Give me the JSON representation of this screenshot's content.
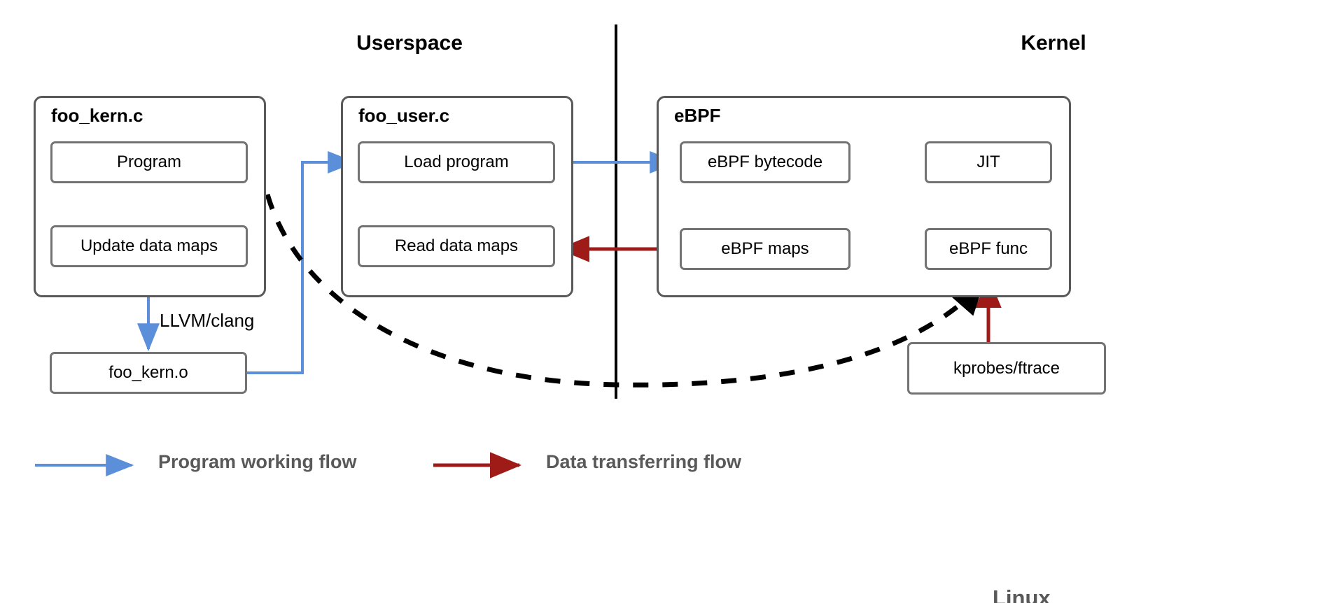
{
  "colors": {
    "program_flow": "#5B8FD9",
    "data_flow": "#9E1B18",
    "box_border": "#737373",
    "group_border": "#595959",
    "divider": "#000000",
    "dashed_flow": "#000000",
    "legend_text": "#595959",
    "background": "#FFFFFF"
  },
  "sections": {
    "userspace_title": "Userspace",
    "kernel_title": "Kernel"
  },
  "groups": [
    {
      "id": "foo_kern_c",
      "label": "foo_kern.c"
    },
    {
      "id": "foo_user_c",
      "label": "foo_user.c"
    },
    {
      "id": "ebpf",
      "label": "eBPF"
    }
  ],
  "nodes": {
    "program": "Program",
    "update_data_maps": "Update data maps",
    "load_program": "Load program",
    "read_data_maps": "Read data maps",
    "ebpf_bytecode": "eBPF bytecode",
    "jit": "JIT",
    "ebpf_maps": "eBPF maps",
    "ebpf_func": "eBPF func",
    "foo_kern_o": "foo_kern.o",
    "kprobes_ftrace": "kprobes/ftrace"
  },
  "edge_labels": {
    "llvm_clang": "LLVM/clang"
  },
  "legend": [
    {
      "id": "program-working-flow",
      "label": "Program working flow",
      "color": "#5B8FD9",
      "icon": "blue-arrow-icon"
    },
    {
      "id": "data-transferring-flow",
      "label": "Data transferring flow",
      "color": "#9E1B18",
      "icon": "red-arrow-icon"
    }
  ],
  "footer": {
    "cut_text": "Linux"
  },
  "edges": [
    {
      "from": "foo_kern_o",
      "to": "load_program",
      "type": "program_flow"
    },
    {
      "from": "update_data_maps",
      "to": "foo_kern_o",
      "type": "program_flow",
      "label": "LLVM/clang"
    },
    {
      "from": "load_program",
      "to": "ebpf_bytecode",
      "type": "program_flow"
    },
    {
      "from": "ebpf_bytecode",
      "to": "jit",
      "type": "program_flow"
    },
    {
      "from": "jit",
      "to": "ebpf_func",
      "type": "program_flow"
    },
    {
      "from": "ebpf_func",
      "to": "ebpf_maps",
      "type": "data_flow"
    },
    {
      "from": "ebpf_maps",
      "to": "read_data_maps",
      "type": "data_flow"
    },
    {
      "from": "kprobes_ftrace",
      "to": "ebpf_func",
      "type": "data_flow"
    },
    {
      "from": "foo_kern_c",
      "to": "ebpf_func",
      "type": "dashed_attach"
    }
  ]
}
